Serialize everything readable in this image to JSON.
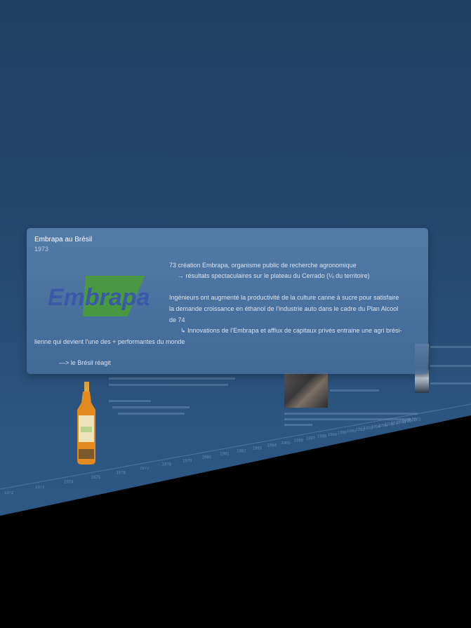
{
  "card": {
    "title": "Embrapa au Brésil",
    "date": "1973",
    "logo_text": "Embrapa",
    "lines": [
      "73 création Embrapa, organisme public de recherche agronomique",
      "→ résultats spectaculaires sur le plateau du Cerrado (¼ du territoire)",
      "Ingénieurs ont augmenté la productivité de la culture canne à sucre pour satisfaire",
      "la demande croissance en éthanol de l’industrie auto dans le cadre du Plan Alcool",
      "de 74",
      "↳ Innovations de l’Embrapa et afflux de capitaux privés entraine une agri brési-",
      "lienne qui devient l’une des + performantes du monde",
      "—> le Brésil réagit"
    ]
  },
  "timeline": {
    "ticks": [
      "1972",
      "1973",
      "1974",
      "1975",
      "1976",
      "1977",
      "1978",
      "1979",
      "1980",
      "1981",
      "1982",
      "1983",
      "1984",
      "1985",
      "1986",
      "1987",
      "1988",
      "1989",
      "1990",
      "1991",
      "1992",
      "1993",
      "1994",
      "1995",
      "1996",
      "1997",
      "1998",
      "1999",
      "2000",
      "2001"
    ]
  },
  "colors": {
    "background_top": "#1f3f62",
    "background_bottom": "#2f5b87",
    "card": "#5f8ab8",
    "logo_green": "#4a9a3c",
    "logo_blue": "#3a5aa8"
  },
  "icons": [
    "bottle-image",
    "photo-thumbnail",
    "portrait-thumbnail"
  ]
}
